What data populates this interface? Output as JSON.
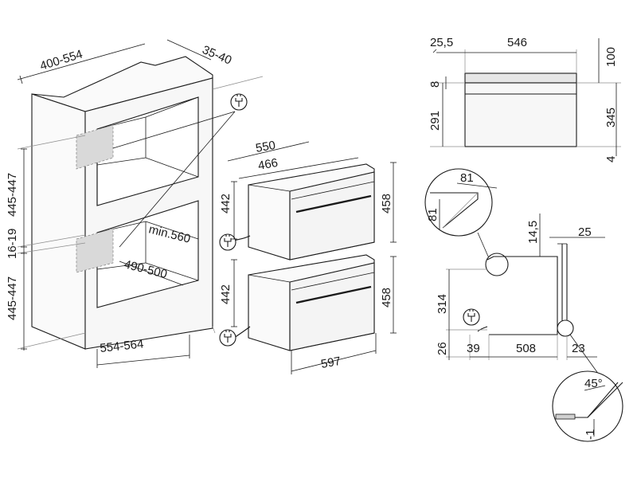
{
  "niche": {
    "depth": "400-554",
    "top_gap": "35-40",
    "upper_height": "445-447",
    "middle_gap": "16-19",
    "lower_height": "445-447",
    "min_width": "min.560",
    "inner_depth": "490-500",
    "width": "554-564"
  },
  "oven_side": {
    "depth": "550",
    "body_depth": "466",
    "body_height": "442",
    "front_height": "458",
    "front_width": "597"
  },
  "front_view": {
    "frame_offset": "25,5",
    "width": "546",
    "top_clearance": "100",
    "panel_top": "8",
    "panel_height": "291",
    "total_height": "345",
    "bottom": "4"
  },
  "side_view": {
    "chamfer_h": "81",
    "chamfer_v": "81",
    "top_step": "14,5",
    "door_offset": "25",
    "height": "314",
    "base": "26",
    "rear": "39",
    "depth": "508",
    "door": "23",
    "angle": "45°",
    "offset": "-1"
  },
  "icons": [
    "plug-icon"
  ]
}
